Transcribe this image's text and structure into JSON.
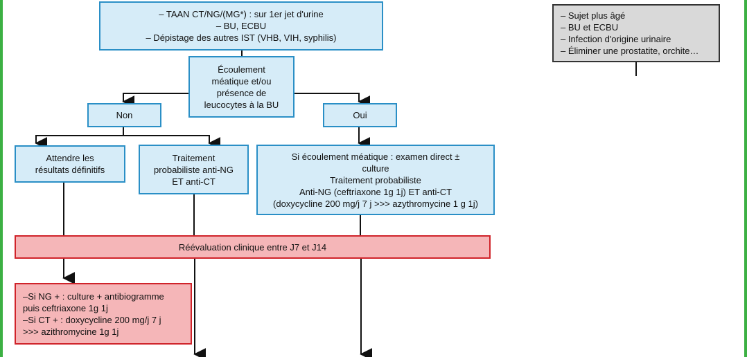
{
  "top_box": {
    "lines": [
      "– TAAN CT/NG/(MG*) : sur 1er jet d'urine",
      "– BU, ECBU",
      "– Dépistage des autres IST (VHB, VIH, syphilis)"
    ]
  },
  "side_box": {
    "lines": [
      "– Sujet plus âgé",
      "– BU et ECBU",
      "– Infection d'origine urinaire",
      "– Éliminer une prostatite, orchite…"
    ]
  },
  "question_box": {
    "lines": [
      "Écoulement",
      "méatique et/ou",
      "présence de",
      "leucocytes à la BU"
    ]
  },
  "no_label": "Non",
  "yes_label": "Oui",
  "wait_box": {
    "lines": [
      "Attendre les",
      "résultats définitifs"
    ]
  },
  "probabilistic_box": {
    "lines": [
      "Traitement",
      "probabiliste anti-NG",
      "ET anti-CT"
    ]
  },
  "yes_treatment_box": {
    "lines": [
      "Si écoulement méatique : examen direct ±",
      "culture",
      "Traitement probabiliste",
      "Anti-NG (ceftriaxone 1g 1j) ET anti-CT",
      "(doxycycline 200 mg/j 7 j >>> azythromycine 1 g 1j)"
    ]
  },
  "reevaluation_label": "Réévaluation clinique entre J7 et J14",
  "results_box": {
    "lines": [
      "–Si NG + : culture + antibiogramme",
      "puis ceftriaxone 1g 1j",
      "–Si CT + : doxycycline 200 mg/j 7 j",
      ">>> azithromycine 1g 1j"
    ]
  },
  "colors": {
    "frame": "#3cb043",
    "blue_fill": "#d6ecf8",
    "blue_border": "#2a8fc6",
    "red_fill": "#f5b6b8",
    "red_border": "#d0232a",
    "grey_fill": "#d9d9d9",
    "grey_border": "#333333"
  }
}
